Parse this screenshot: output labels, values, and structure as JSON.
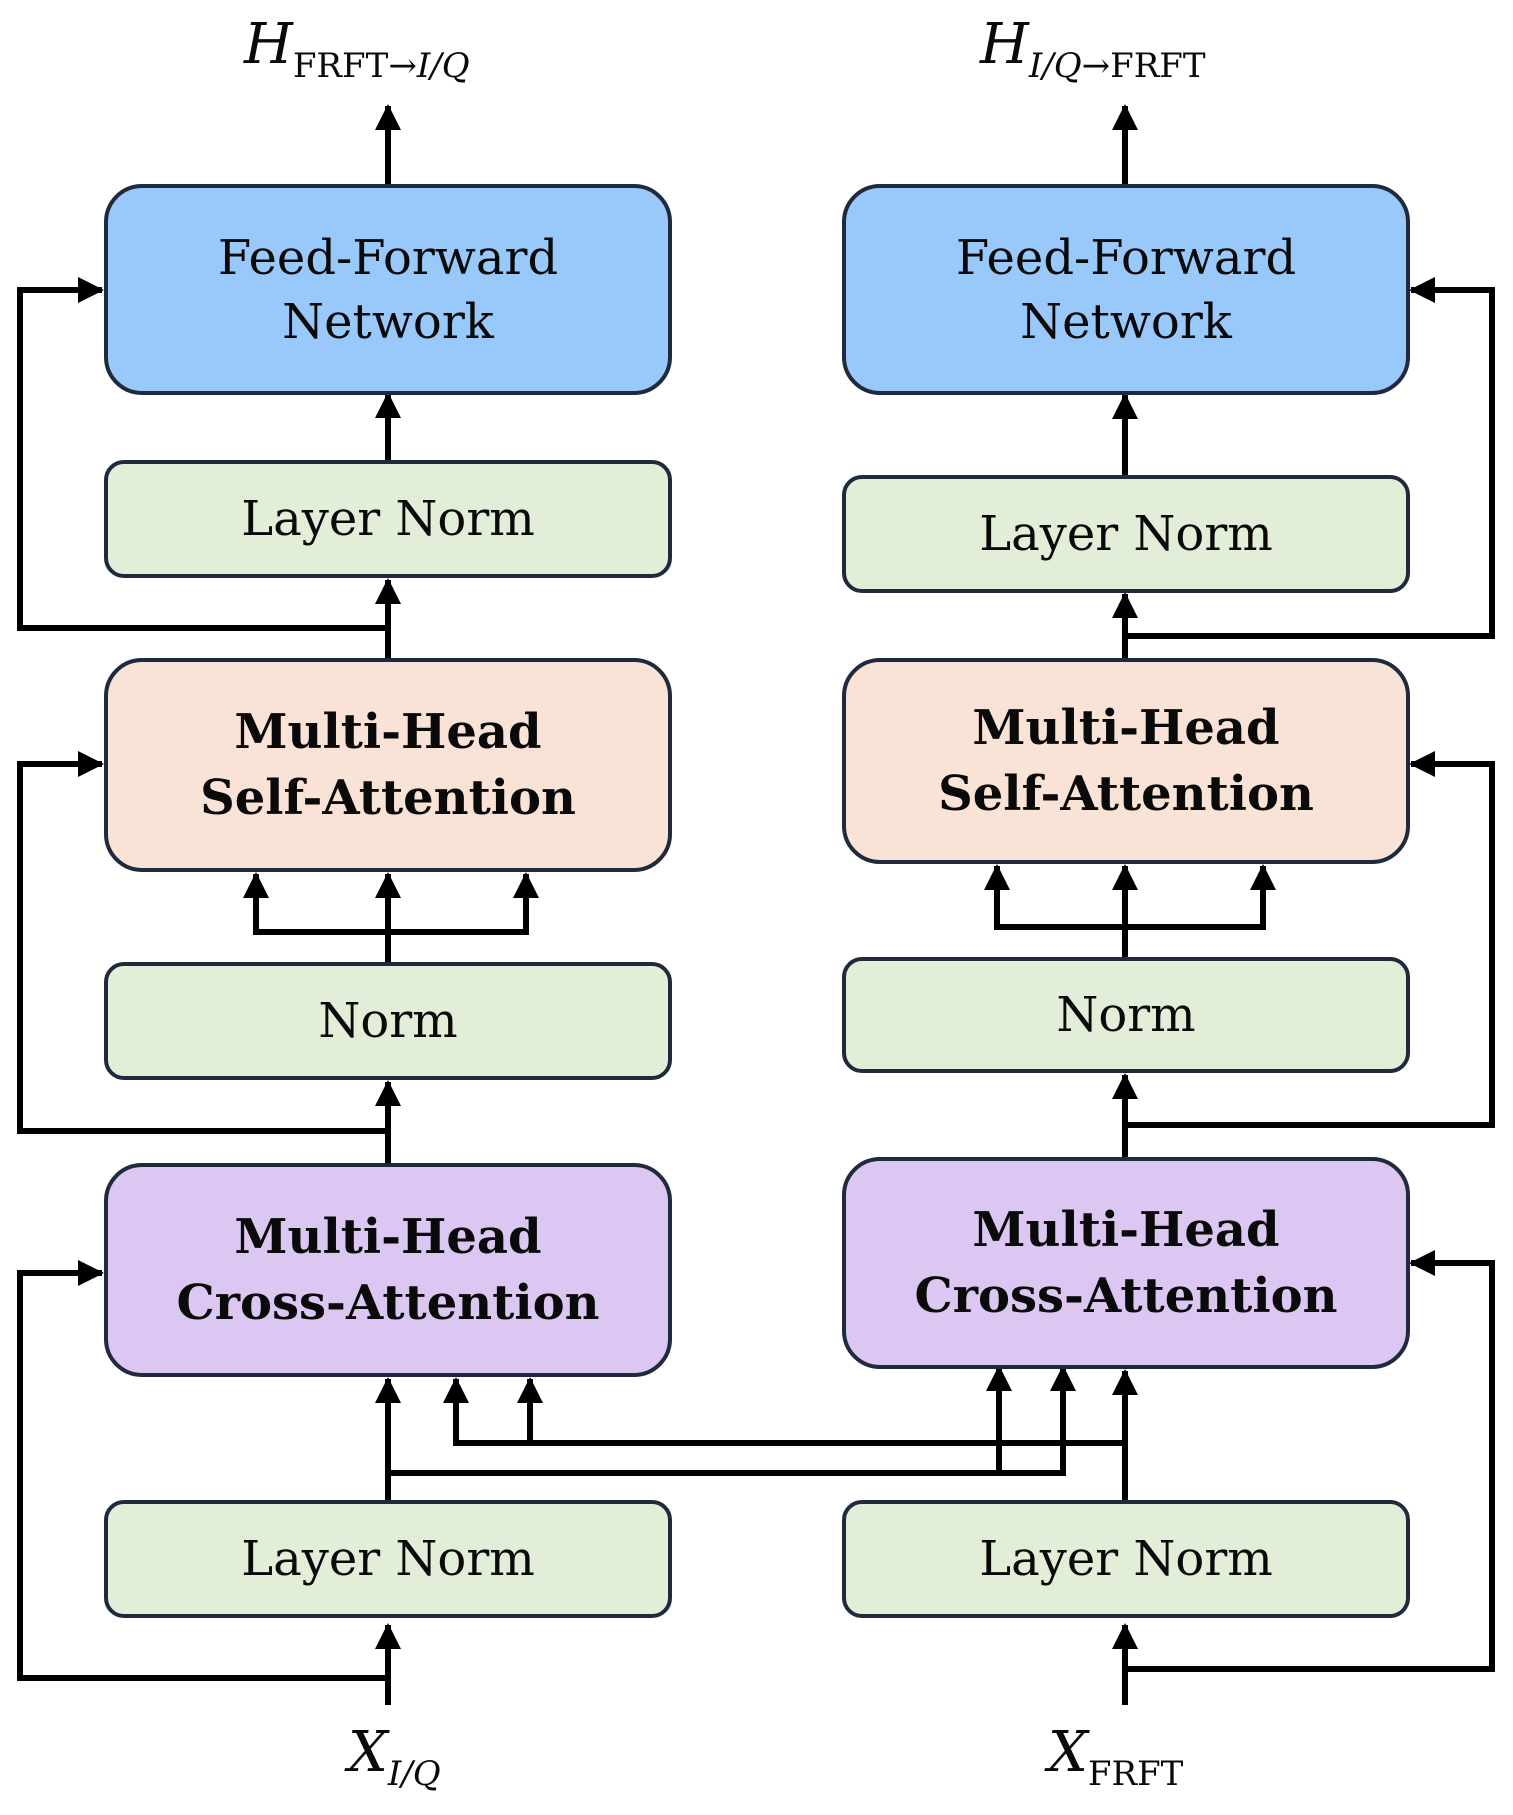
{
  "left": {
    "output": {
      "symbol": "H",
      "sub_a": "FRFT",
      "arrow": "→",
      "sub_b": "I/Q"
    },
    "ffn": {
      "line1": "Feed-Forward",
      "line2": "Network"
    },
    "layer_norm_top": "Layer Norm",
    "self_attention": {
      "line1": "Multi-Head",
      "line2": "Self-Attention"
    },
    "norm": "Norm",
    "cross_attention": {
      "line1": "Multi-Head",
      "line2": "Cross-Attention"
    },
    "layer_norm_bottom": "Layer Norm",
    "input": {
      "symbol": "X",
      "sub": "I/Q"
    }
  },
  "right": {
    "output": {
      "symbol": "H",
      "sub_a": "I/Q",
      "arrow": "→",
      "sub_b": "FRFT"
    },
    "ffn": {
      "line1": "Feed-Forward",
      "line2": "Network"
    },
    "layer_norm_top": "Layer Norm",
    "self_attention": {
      "line1": "Multi-Head",
      "line2": "Self-Attention"
    },
    "norm": "Norm",
    "cross_attention": {
      "line1": "Multi-Head",
      "line2": "Cross-Attention"
    },
    "layer_norm_bottom": "Layer Norm",
    "input": {
      "symbol": "X",
      "sub": "FRFT"
    }
  },
  "colors": {
    "ffn": "#99c9fb",
    "layer_norm": "#e3eed9",
    "self_attention": "#f9e3d6",
    "cross_attention": "#dbc7f2",
    "border": "#1f2a3c",
    "wire": "#000000"
  }
}
